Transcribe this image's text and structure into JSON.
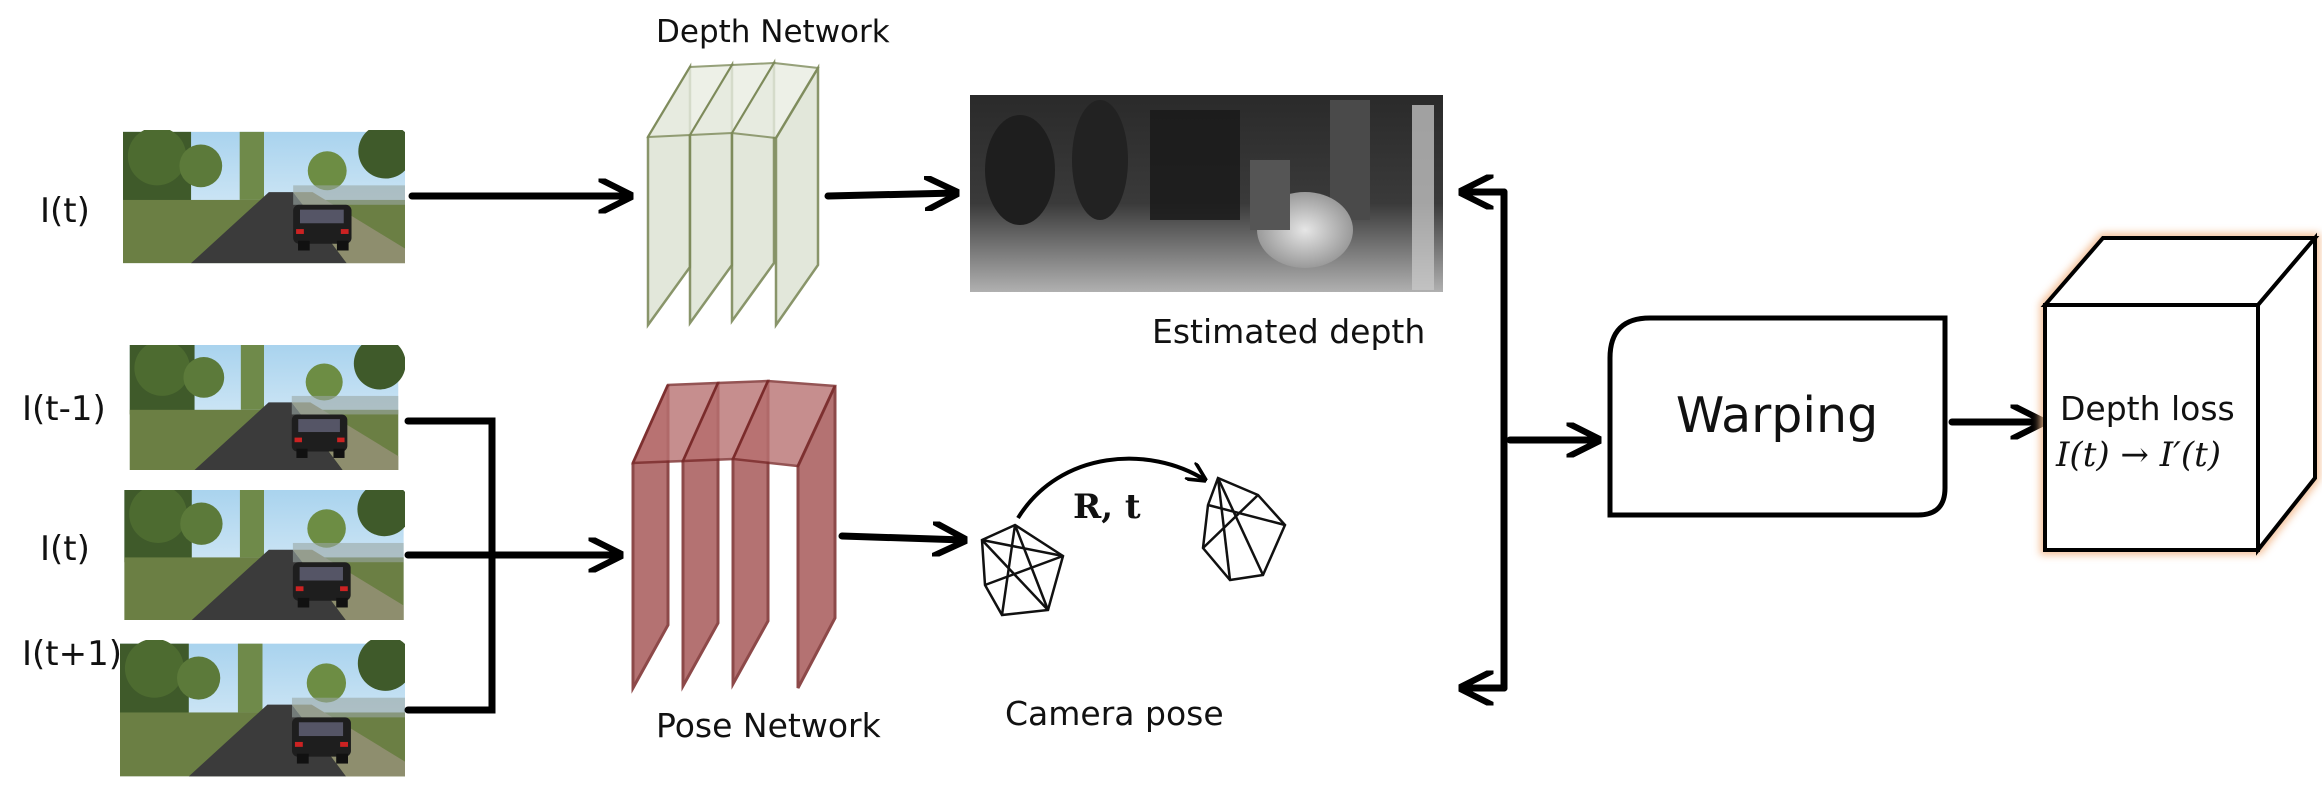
{
  "labels": {
    "frame_top": "I(t)",
    "frame_prev": "I(t-1)",
    "frame_mid": "I(t)",
    "frame_next": "I(t+1)",
    "depth_network": "Depth Network",
    "pose_network": "Pose Network",
    "estimated_depth": "Estimated depth",
    "camera_pose": "Camera pose",
    "rotation_translation": "R, t",
    "warping": "Warping",
    "depth_loss": "Depth loss",
    "depth_loss_formula": "I(t) → I′(t)"
  },
  "colors": {
    "depth_network_fill": "#dfe5d6",
    "depth_network_stroke": "#7d8a5a",
    "pose_network_fill": "#a85a5a",
    "pose_network_stroke": "#7a2a2a",
    "loss_cube_glow": "#f3b98d",
    "arrow": "#000000"
  }
}
